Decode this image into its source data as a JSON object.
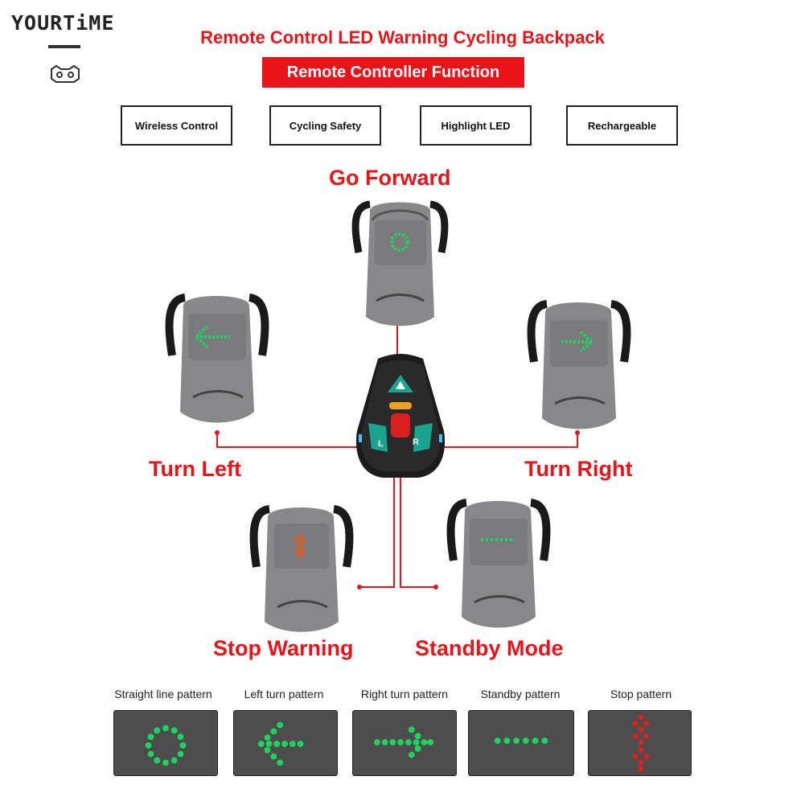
{
  "brand": {
    "name": "YOURTiME"
  },
  "header": {
    "title": "Remote Control LED Warning Cycling Backpack",
    "subtitle": "Remote Controller Function"
  },
  "features": [
    "Wireless Control",
    "Cycling Safety",
    "Highlight LED",
    "Rechargeable"
  ],
  "modes": {
    "forward": "Go Forward",
    "left": "Turn Left",
    "right": "Turn Right",
    "stop": "Stop Warning",
    "standby": "Standby Mode"
  },
  "remote": {
    "left_key": "L",
    "right_key": "R"
  },
  "patterns": [
    "Straight line pattern",
    "Left turn pattern",
    "Right turn pattern",
    "Standby pattern",
    "Stop pattern"
  ],
  "colors": {
    "accent_red": "#e8141a",
    "led_green": "#1fd35f",
    "led_red": "#e02020",
    "backpack_gray": "#8a8a8c",
    "remote_teal": "#1aa38f"
  }
}
